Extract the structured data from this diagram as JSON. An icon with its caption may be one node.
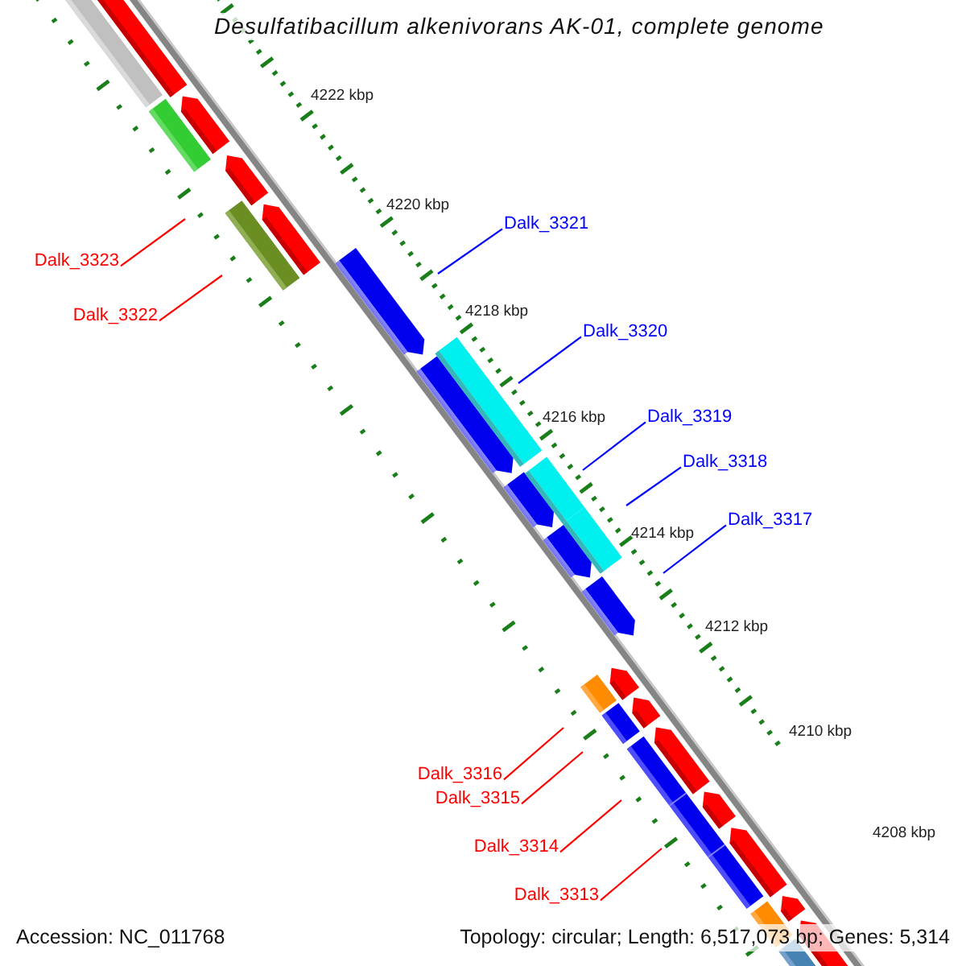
{
  "diagram": {
    "title": "Desulfatibacillum alkenivorans AK-01, complete genome",
    "nodes": [
      {
        "text": [
          "Dalk_3323"
        ]
      },
      {
        "text": [
          "Dalk_3322"
        ]
      },
      {
        "text": [
          "Dalk_3321"
        ]
      },
      {
        "text": [
          "Dalk_3320"
        ]
      },
      {
        "text": [
          "Dalk_3319"
        ]
      },
      {
        "text": [
          "Dalk_3318"
        ]
      },
      {
        "text": [
          "Dalk_3317"
        ]
      },
      {
        "text": [
          "Dalk_3316"
        ]
      },
      {
        "text": [
          "Dalk_3315"
        ]
      },
      {
        "text": [
          "Dalk_3314"
        ]
      },
      {
        "text": [
          "Dalk_3313"
        ]
      }
    ],
    "edges": [
      {
        "from": 0,
        "to": null,
        "arrow": "none"
      },
      {
        "from": 1,
        "to": null,
        "arrow": "none"
      },
      {
        "from": 2,
        "to": null,
        "arrow": "none",
        "color": "#0000ff"
      },
      {
        "from": 3,
        "to": null,
        "arrow": "none",
        "color": "#0000ff"
      },
      {
        "from": 4,
        "to": null,
        "arrow": "none",
        "color": "#0000ff"
      },
      {
        "from": 5,
        "to": null,
        "arrow": "none",
        "color": "#0000ff"
      },
      {
        "from": 6,
        "to": null,
        "arrow": "none",
        "color": "#0000ff"
      },
      {
        "from": 7,
        "to": null,
        "arrow": "none"
      },
      {
        "from": 8,
        "to": null,
        "arrow": "none"
      },
      {
        "from": 9,
        "to": null,
        "arrow": "none"
      },
      {
        "from": 10,
        "to": null,
        "arrow": "none"
      }
    ],
    "labels": [
      "4222 kbp",
      "4220 kbp",
      "4218 kbp",
      "4216 kbp",
      "4214 kbp",
      "4212 kbp",
      "4210 kbp",
      "4208 kbp",
      "Accession: NC_011768",
      "Topology: circular; Length: 6,517,073 bp; Genes: 5,314"
    ]
  }
}
